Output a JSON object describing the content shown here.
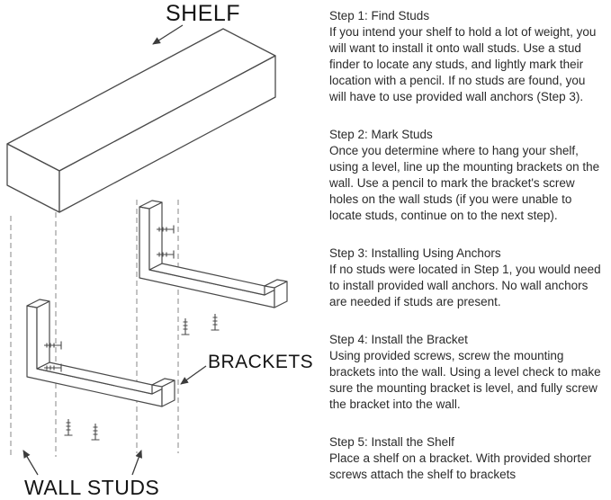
{
  "diagram": {
    "labels": {
      "shelf": "SHELF",
      "brackets": "BRACKETS",
      "wall_studs": "WALL STUDS"
    },
    "parts": [
      "shelf",
      "brackets",
      "wall studs",
      "screws"
    ]
  },
  "instructions": {
    "steps": [
      {
        "title": "Step 1: Find Studs",
        "body": "If you intend your shelf to hold a lot of weight, you will want to install it onto wall studs. Use a stud finder to locate any studs, and lightly mark their location with a pencil. If no studs are found, you will have to use provided wall anchors (Step 3)."
      },
      {
        "title": "Step 2: Mark Studs",
        "body": "Once you determine where to hang your shelf, using a level, line up the mounting brackets on the wall. Use a pencil to mark the bracket's screw holes on the wall studs (if you were unable to locate studs, continue on to the next step)."
      },
      {
        "title": "Step 3: Installing Using Anchors",
        "body": "If no studs were located in Step 1, you would need to install provided wall anchors. No wall anchors are needed if studs are present."
      },
      {
        "title": "Step 4: Install the Bracket",
        "body": "Using provided screws, screw the mounting brackets into the wall. Using a level check to make sure the mounting bracket is level, and fully screw the bracket into the wall."
      },
      {
        "title": "Step 5: Install the Shelf",
        "body": "Place a shelf on a bracket. With provided shorter screws attach the shelf to brackets"
      }
    ]
  },
  "colors": {
    "line": "#4a4a4a",
    "dashed_stud": "#9b9b9b",
    "text": "#2a2a2a",
    "label": "#141414"
  }
}
